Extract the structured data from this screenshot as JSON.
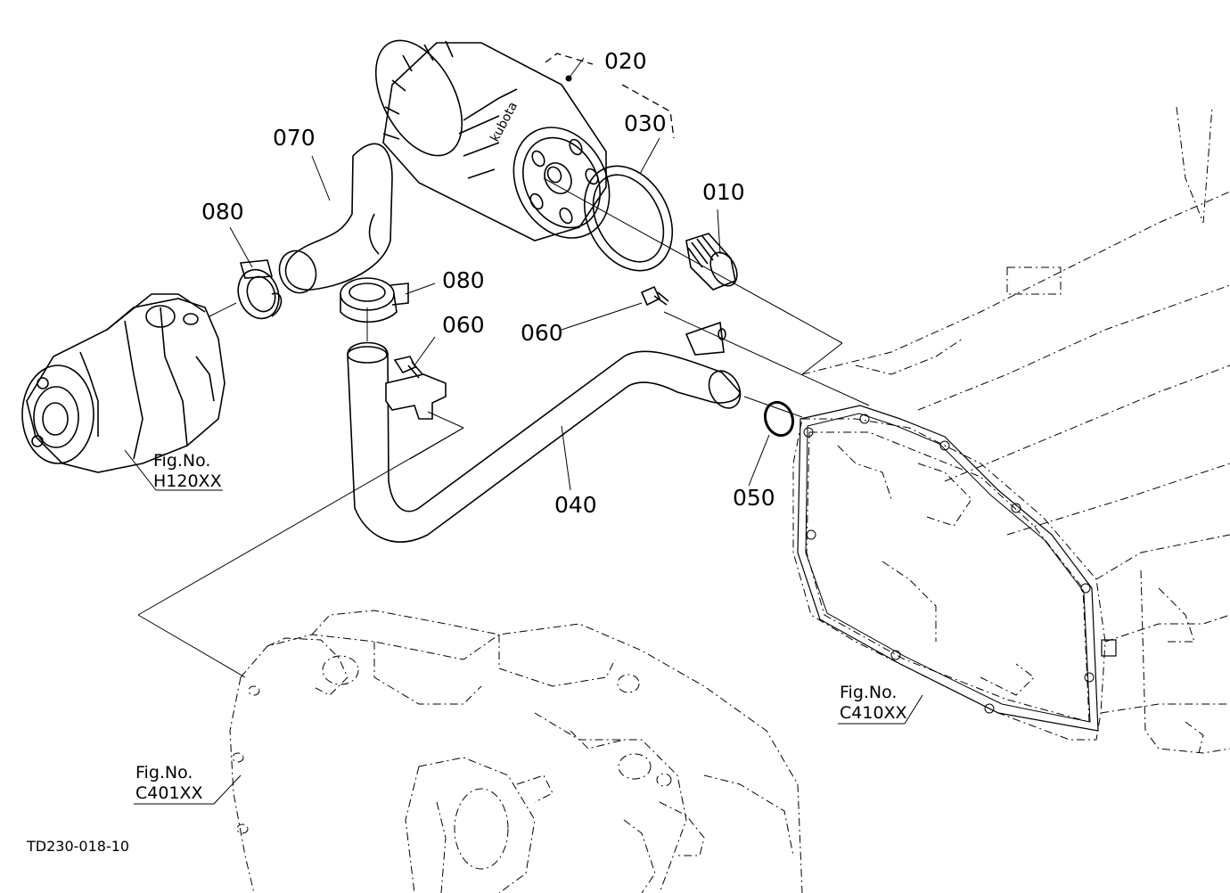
{
  "parts": [
    {
      "id": "p010",
      "label": "010"
    },
    {
      "id": "p020",
      "label": "020"
    },
    {
      "id": "p030",
      "label": "030"
    },
    {
      "id": "p040",
      "label": "040"
    },
    {
      "id": "p050",
      "label": "050"
    },
    {
      "id": "p060a",
      "label": "060"
    },
    {
      "id": "p060b",
      "label": "060"
    },
    {
      "id": "p070",
      "label": "070"
    },
    {
      "id": "p080a",
      "label": "080"
    },
    {
      "id": "p080b",
      "label": "080"
    }
  ],
  "figure_refs": [
    {
      "id": "h120",
      "line1": "Fig.No.",
      "line2": "H120XX"
    },
    {
      "id": "c410",
      "line1": "Fig.No.",
      "line2": "C410XX"
    },
    {
      "id": "c401",
      "line1": "Fig.No.",
      "line2": "C401XX"
    }
  ],
  "filter_brand": "kubota",
  "drawing_number": "TD230-018-10"
}
